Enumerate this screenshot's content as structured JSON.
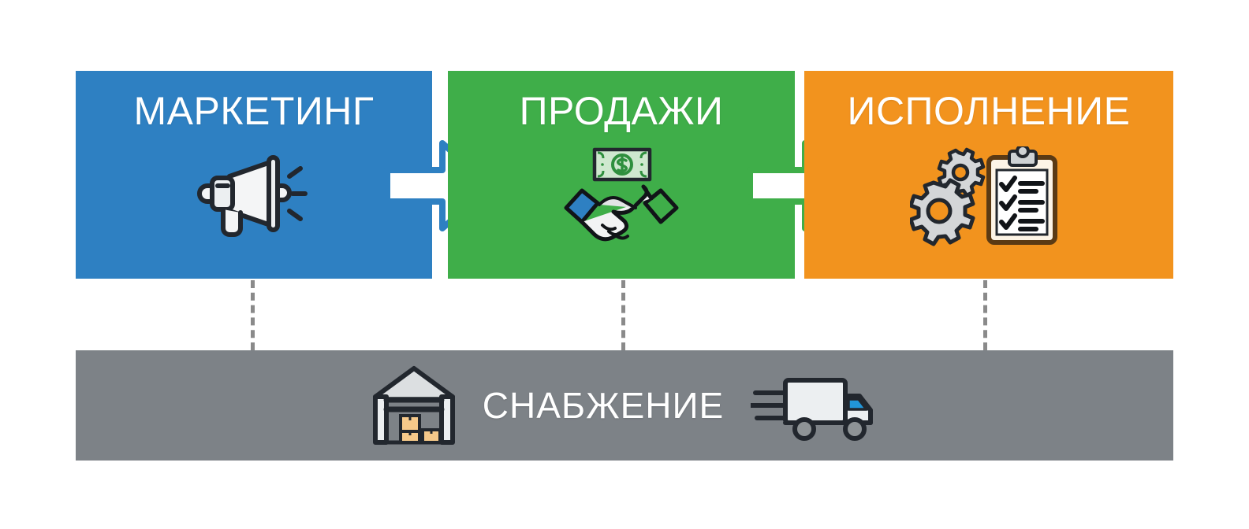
{
  "diagram": {
    "type": "process-flow",
    "title_sequence": [
      "МАРКЕТИНГ",
      "ПРОДАЖИ",
      "ИСПОЛНЕНИЕ"
    ],
    "foundation_label": "СНАБЖЕНИЕ",
    "stages": [
      {
        "id": "marketing",
        "label": "МАРКЕТИНГ",
        "color": "#2e80c2",
        "icon": "megaphone-icon"
      },
      {
        "id": "sales",
        "label": "ПРОДАЖИ",
        "color": "#3fae49",
        "icon": "handshake-money-icon"
      },
      {
        "id": "fulfillment",
        "label": "ИСПОЛНЕНИЕ",
        "color": "#f2931e",
        "icon": "gears-clipboard-icon"
      }
    ],
    "connectors": [
      {
        "id": "arrow-marketing-to-sales",
        "icon": "right-arrow-icon",
        "fill": "#ffffff",
        "stroke": "#2e80c2"
      },
      {
        "id": "arrow-sales-to-fulfillment",
        "icon": "right-arrow-icon",
        "fill": "#ffffff",
        "stroke": "#3fae49"
      }
    ],
    "drop_lines": [
      {
        "id": "dash-marketing",
        "style": "dashed",
        "color": "#8a8a8a"
      },
      {
        "id": "dash-sales",
        "style": "dashed",
        "color": "#8a8a8a"
      },
      {
        "id": "dash-fulfillment",
        "style": "dashed",
        "color": "#8a8a8a"
      }
    ],
    "foundation": {
      "id": "supply",
      "label": "СНАБЖЕНИЕ",
      "color": "#7d8287",
      "icons": [
        "warehouse-icon",
        "delivery-truck-icon"
      ]
    },
    "colors": {
      "background": "#ffffff",
      "marketing": "#2e80c2",
      "sales": "#3fae49",
      "fulfillment": "#f2931e",
      "supply": "#7d8287",
      "text": "#ffffff",
      "dash": "#8a8a8a",
      "icon_outline": "#22272e"
    }
  }
}
